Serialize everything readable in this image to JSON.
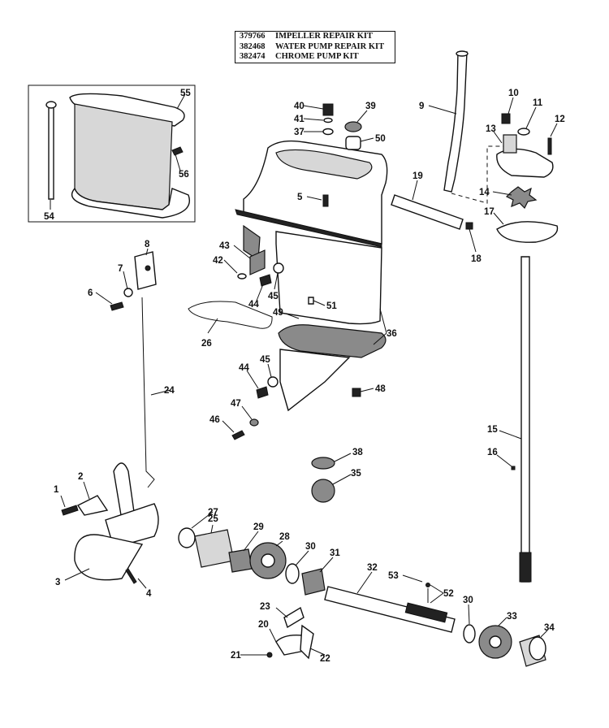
{
  "legend": [
    {
      "code": "379766",
      "name": "IMPELLER REPAIR KIT"
    },
    {
      "code": "382468",
      "name": "WATER PUMP REPAIR KIT"
    },
    {
      "code": "382474",
      "name": "CHROME PUMP KIT"
    }
  ],
  "callouts": {
    "c1": "1",
    "c2": "2",
    "c3": "3",
    "c4": "4",
    "c5": "5",
    "c6": "6",
    "c7": "7",
    "c8": "8",
    "c9": "9",
    "c10": "10",
    "c11": "11",
    "c12": "12",
    "c13": "13",
    "c14": "14",
    "c15": "15",
    "c16": "16",
    "c17": "17",
    "c18": "18",
    "c19": "19",
    "c20": "20",
    "c21": "21",
    "c22": "22",
    "c23": "23",
    "c24": "24",
    "c25": "25",
    "c26": "26",
    "c27": "27",
    "c28": "28",
    "c29": "29",
    "c30a": "30",
    "c30b": "30",
    "c31": "31",
    "c32": "32",
    "c33": "33",
    "c34": "34",
    "c35": "35",
    "c36": "36",
    "c37": "37",
    "c38": "38",
    "c39": "39",
    "c40": "40",
    "c41": "41",
    "c42": "42",
    "c43": "43",
    "c44a": "44",
    "c44b": "44",
    "c45a": "45",
    "c45b": "45",
    "c46": "46",
    "c47": "47",
    "c48": "48",
    "c49": "49",
    "c50": "50",
    "c51": "51",
    "c52": "52",
    "c53": "53",
    "c54": "54",
    "c55": "55",
    "c56": "56"
  }
}
